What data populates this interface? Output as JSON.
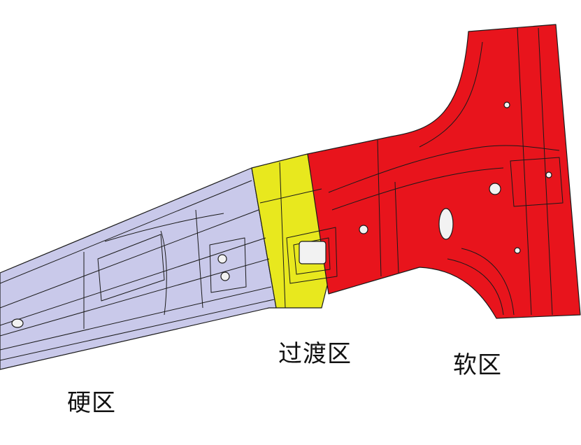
{
  "labels": {
    "hard_zone": "硬区",
    "transition_zone": "过渡区",
    "soft_zone": "软区"
  },
  "colors": {
    "hard_zone": "#c9c9ea",
    "transition_zone": "#e8e81e",
    "soft_zone": "#e8141c",
    "edge": "#1a1a1a",
    "background": "#ffffff"
  }
}
